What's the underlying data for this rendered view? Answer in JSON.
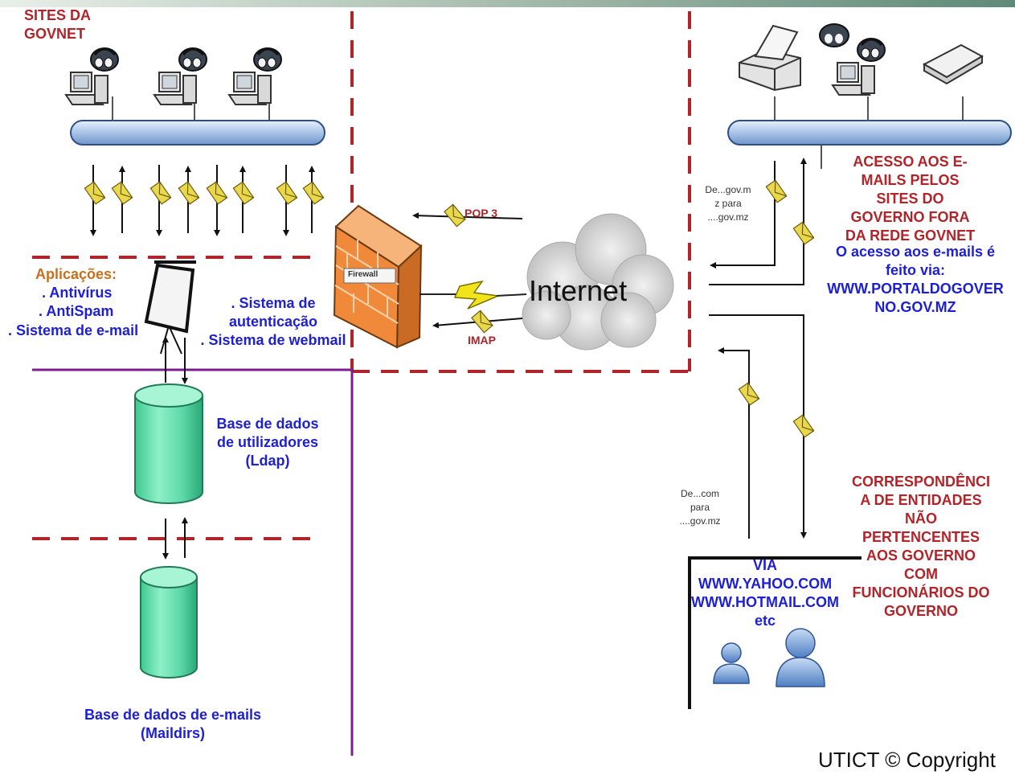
{
  "labels": {
    "sites_govnet": [
      "SITES DA",
      "GOVNET"
    ],
    "aplicacoes": "Aplicações:",
    "antivirus": ". Antivírus",
    "antispam": ". AntiSpam",
    "sistema_email": ". Sistema de e-mail",
    "sistema_auth": [
      ". Sistema de",
      "autenticação",
      ". Sistema de webmail"
    ],
    "firewall": "Firewall",
    "pop3": "POP 3",
    "imap": "IMAP",
    "internet": "Internet",
    "db_users": [
      "Base de dados",
      "de utilizadores",
      "(Ldap)"
    ],
    "db_mails": [
      "Base de dados de e-mails",
      "(Maildirs)"
    ],
    "de_gov": [
      "De...gov.m",
      "z para",
      "....gov.mz"
    ],
    "acesso_emails": [
      "ACESSO AOS E-",
      "MAILS PELOS",
      "SITES DO",
      "GOVERNO FORA",
      "DA REDE GOVNET"
    ],
    "acesso_via": [
      "O acesso aos e-mails é",
      "feito via:",
      "WWW.PORTALDOGOVER",
      "NO.GOV.MZ"
    ],
    "de_com": [
      "De...com",
      "para",
      "....gov.mz"
    ],
    "correspondencia": [
      "CORRESPONDÊNCI",
      "A DE ENTIDADES",
      "NÃO",
      "PERTENCENTES",
      "AOS GOVERNO",
      "COM",
      "FUNCIONÁRIOS DO",
      "GOVERNO"
    ],
    "via": [
      "VIA",
      "WWW.YAHOO.COM",
      "WWW.HOTMAIL.COM",
      "etc"
    ],
    "copyright": "UTICT © Copyright"
  },
  "colors": {
    "boundary_red": "#b0242a",
    "divider_purple": "#7a1f8c",
    "label_blue": "#1c1fd6",
    "label_red": "#b0242a",
    "label_orange": "#c9701c",
    "pipe_blue": "#a9c4e8",
    "db_green": "#66e0b4",
    "envelope_yellow": "#e8d84a",
    "firewall_orange": "#f08a3a"
  },
  "icons": [
    "workstation-icon",
    "printer-icon",
    "scanner-icon",
    "user-icon",
    "envelope-icon",
    "firewall-icon",
    "cloud-icon",
    "lightning-icon",
    "projector-screen-icon",
    "database-icon"
  ]
}
